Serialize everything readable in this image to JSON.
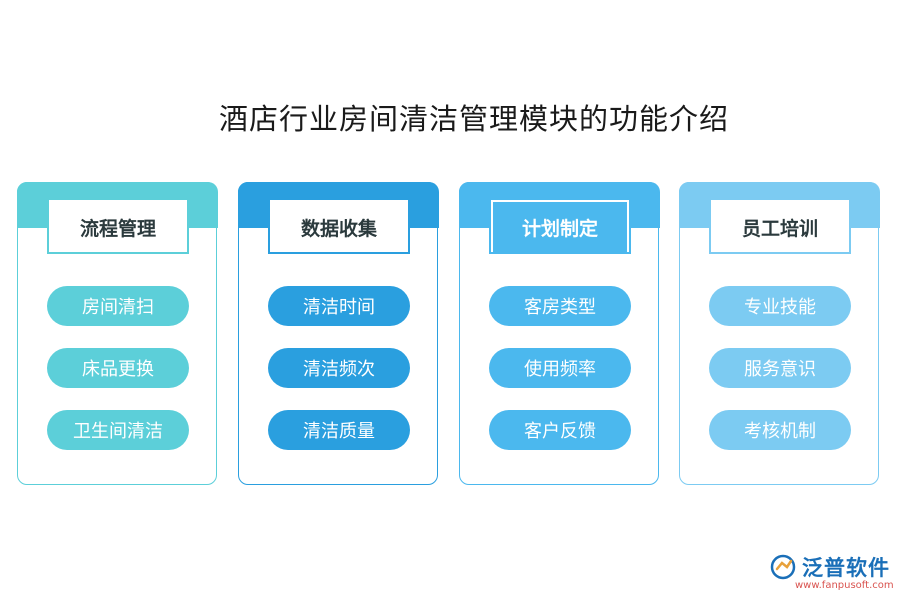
{
  "title": "酒店行业房间清洁管理模块的功能介绍",
  "columns": [
    {
      "header": "流程管理",
      "color": "#5ccfd9",
      "header_text_color": "#2b3a3d",
      "items": [
        "房间清扫",
        "床品更换",
        "卫生间清洁"
      ]
    },
    {
      "header": "数据收集",
      "color": "#2a9fdf",
      "header_text_color": "#2b3a3d",
      "items": [
        "清洁时间",
        "清洁频次",
        "清洁质量"
      ]
    },
    {
      "header": "计划制定",
      "color": "#4bb8ee",
      "header_text_color": "#ffffff",
      "items": [
        "客房类型",
        "使用频率",
        "客户反馈"
      ]
    },
    {
      "header": "员工培训",
      "color": "#7ccbf2",
      "header_text_color": "#2b3a3d",
      "items": [
        "专业技能",
        "服务意识",
        "考核机制"
      ]
    }
  ],
  "logo": {
    "name": "泛普软件",
    "url": "www.fanpusoft.com",
    "mark": "logo-icon"
  }
}
